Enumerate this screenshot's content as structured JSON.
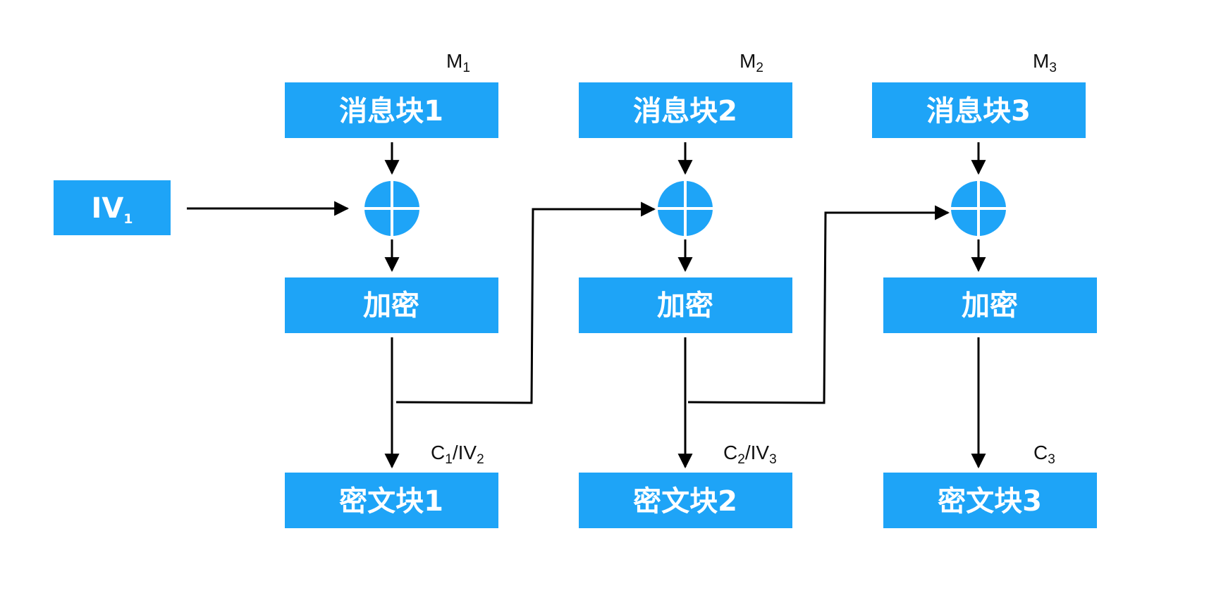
{
  "colors": {
    "block_fill": "#1ea4f7",
    "line": "#000000",
    "text_on_block": "#ffffff",
    "label": "#111111"
  },
  "iv": {
    "base": "IV",
    "sub": "1"
  },
  "rounds": [
    {
      "message_label": "M",
      "message_sub": "1",
      "message_block": "消息块1",
      "encrypt": "加密",
      "cipher_label": {
        "c": "C",
        "c_sub": "1",
        "sep": "/",
        "iv": "IV",
        "iv_sub": "2"
      },
      "cipher_block": "密文块1"
    },
    {
      "message_label": "M",
      "message_sub": "2",
      "message_block": "消息块2",
      "encrypt": "加密",
      "cipher_label": {
        "c": "C",
        "c_sub": "2",
        "sep": "/",
        "iv": "IV",
        "iv_sub": "3"
      },
      "cipher_block": "密文块2"
    },
    {
      "message_label": "M",
      "message_sub": "3",
      "message_block": "消息块3",
      "encrypt": "加密",
      "cipher_label": {
        "c": "C",
        "c_sub": "3"
      },
      "cipher_block": "密文块3"
    }
  ]
}
